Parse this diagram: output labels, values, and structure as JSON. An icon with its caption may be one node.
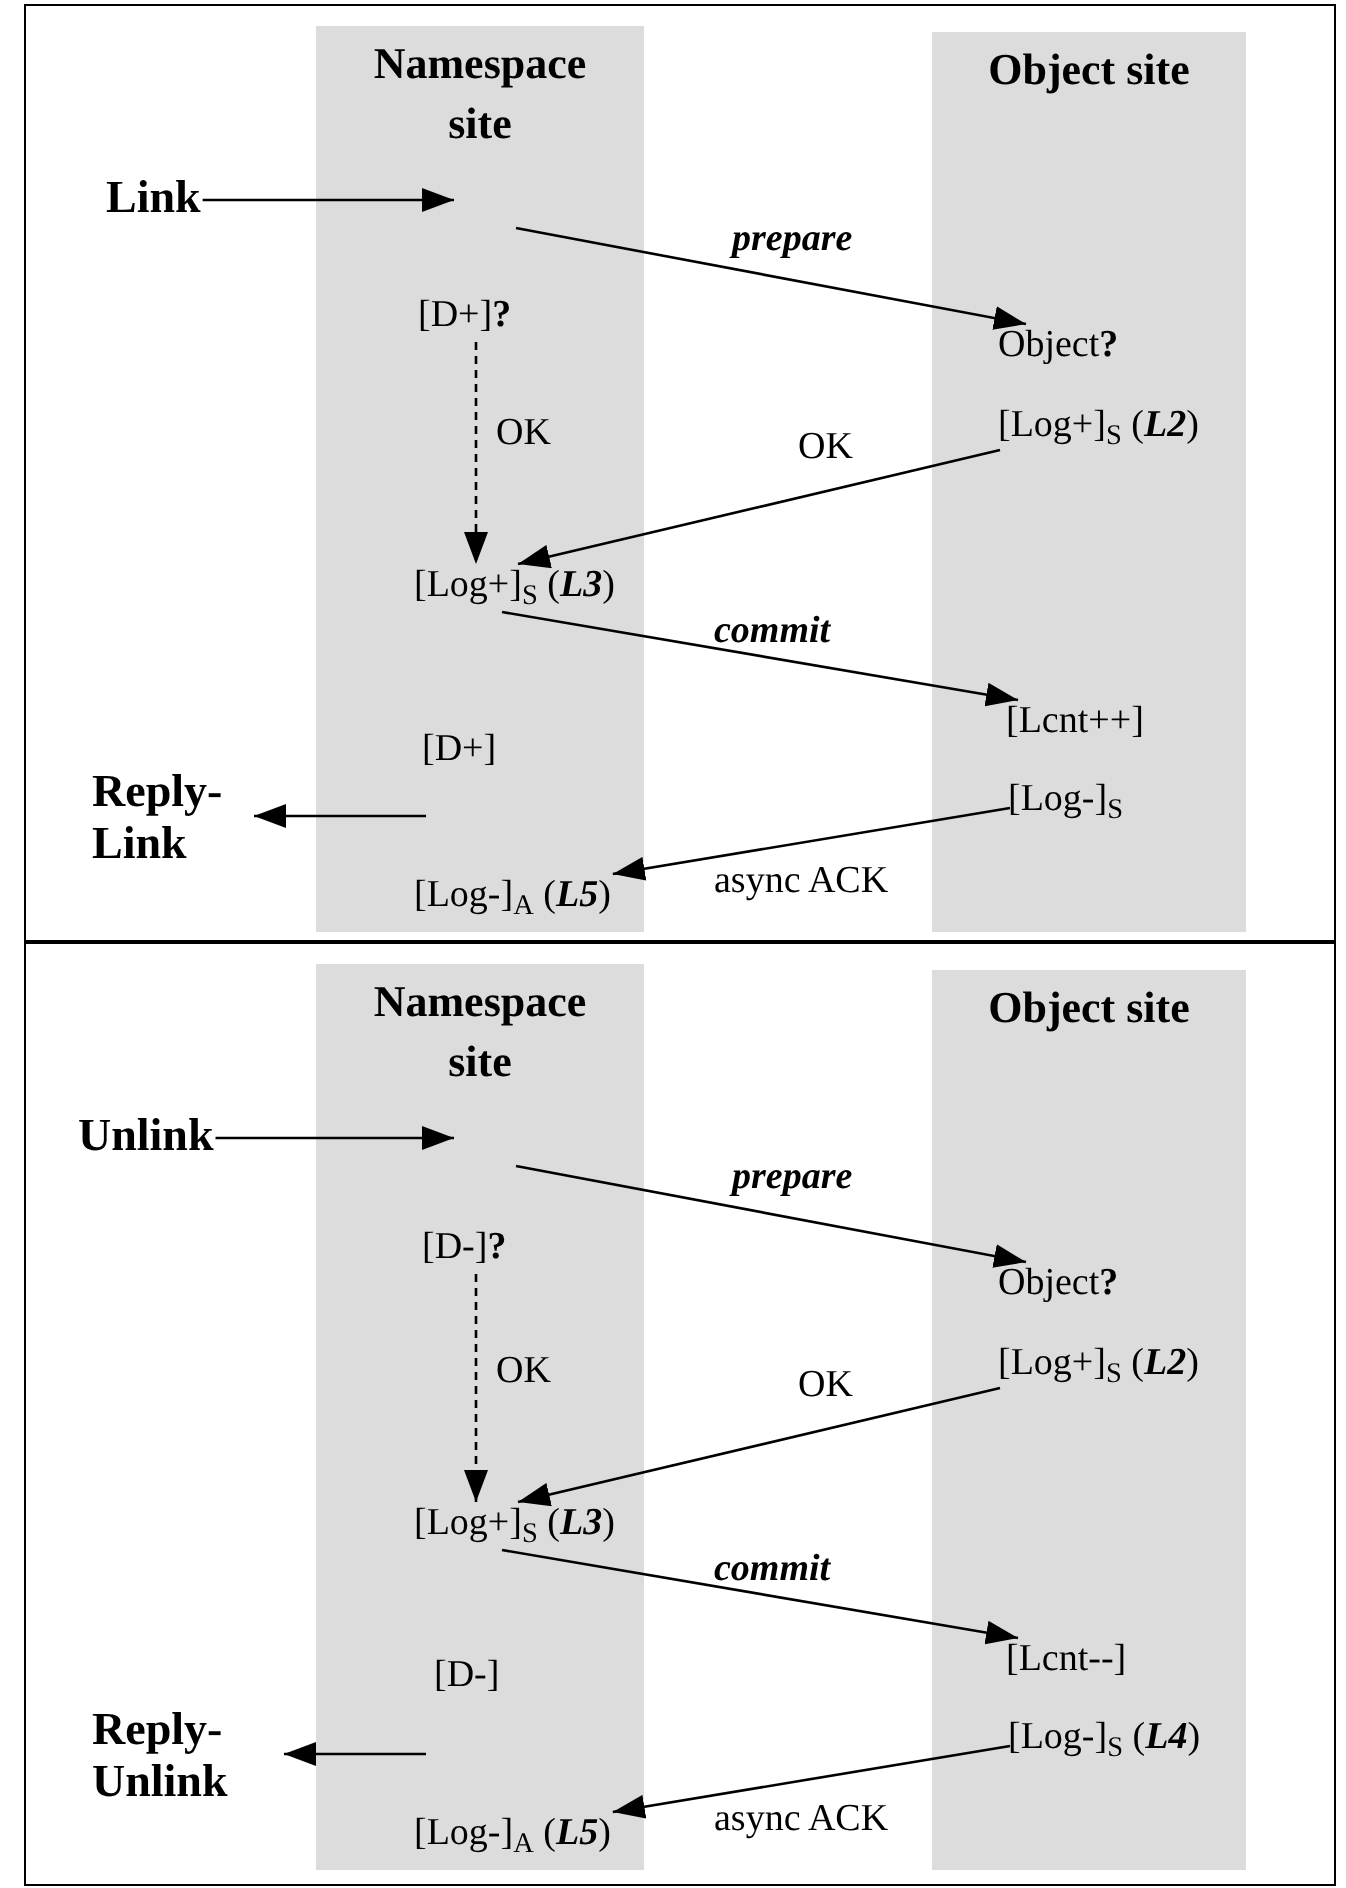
{
  "diagram": {
    "nodes": [
      {
        "text": [],
        "shape": "box"
      },
      {
        "text": [
          "Namespace site"
        ],
        "in": 0
      },
      {
        "text": [
          "Object site"
        ],
        "in": 0
      },
      {
        "text": [
          "Link"
        ],
        "in": 0
      },
      {
        "text": [
          "[D+]**?**"
        ],
        "in": 1
      },
      {
        "text": [
          "[Log+]$_{S}$ (*L3*)"
        ],
        "in": 1
      },
      {
        "text": [
          "[D+]"
        ],
        "in": 1
      },
      {
        "text": [
          "[Log-]$_{A}$ (*L5*)"
        ],
        "in": 1
      },
      {
        "text": [
          "Object**?**"
        ],
        "in": 2
      },
      {
        "text": [
          "[Log+]$_{S}$ (*L2*)"
        ],
        "in": 2
      },
      {
        "text": [
          "[Lcnt++]"
        ],
        "in": 2
      },
      {
        "text": [
          "[Log-]$_{S}$"
        ],
        "in": 2
      },
      {
        "text": [
          "Reply-Link"
        ],
        "in": 0
      },
      {
        "text": [],
        "shape": "box"
      },
      {
        "text": [
          "Namespace site"
        ],
        "in": 13
      },
      {
        "text": [
          "Object site"
        ],
        "in": 13
      },
      {
        "text": [
          "Unlink"
        ],
        "in": 13
      },
      {
        "text": [
          "[D-]**?**"
        ],
        "in": 14
      },
      {
        "text": [
          "[Log+]$_{S}$ (*L3*)"
        ],
        "in": 14
      },
      {
        "text": [
          "[D-]"
        ],
        "in": 14
      },
      {
        "text": [
          "[Log-]$_{A}$ (*L5*)"
        ],
        "in": 14
      },
      {
        "text": [
          "Object**?**"
        ],
        "in": 15
      },
      {
        "text": [
          "[Log+]$_{S}$ (*L2*)"
        ],
        "in": 15
      },
      {
        "text": [
          "[Lcnt--]"
        ],
        "in": 15
      },
      {
        "text": [
          "[Log-]$_{S}$ (*L4*)"
        ],
        "in": 15
      },
      {
        "text": [
          "Reply-Unlink"
        ],
        "in": 13
      }
    ],
    "edges": [
      {
        "from": 3,
        "to": null,
        "arrow": "to"
      },
      {
        "from": null,
        "to": 8,
        "arrow": "to",
        "label": "prepare"
      },
      {
        "from": 4,
        "to": 5,
        "arrow": "to",
        "label": "OK",
        "style": "dashed"
      },
      {
        "from": 9,
        "to": 5,
        "arrow": "to",
        "label": "OK"
      },
      {
        "from": 5,
        "to": 10,
        "arrow": "to",
        "label": "commit"
      },
      {
        "from": null,
        "to": 12,
        "arrow": "to"
      },
      {
        "from": 11,
        "to": 7,
        "arrow": "to",
        "label": "async ACK"
      },
      {
        "from": 16,
        "to": null,
        "arrow": "to"
      },
      {
        "from": null,
        "to": 21,
        "arrow": "to",
        "label": "prepare"
      },
      {
        "from": 17,
        "to": 18,
        "arrow": "to",
        "label": "OK",
        "style": "dashed"
      },
      {
        "from": 22,
        "to": 18,
        "arrow": "to",
        "label": "OK"
      },
      {
        "from": 18,
        "to": 23,
        "arrow": "to",
        "label": "commit"
      },
      {
        "from": null,
        "to": 25,
        "arrow": "to"
      },
      {
        "from": 24,
        "to": 20,
        "arrow": "to",
        "label": "async ACK"
      }
    ]
  }
}
